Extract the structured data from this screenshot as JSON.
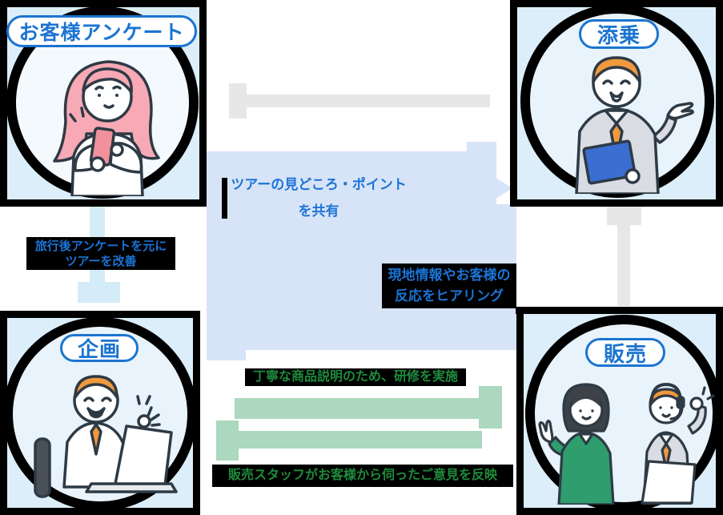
{
  "colors": {
    "accent_blue": "#1b74d1",
    "panel_background": "#dbeef9",
    "center_block_blue": "#d7e3f7",
    "arrow_cyan": "#d3ecf8",
    "arrow_gray": "#e7e7e7",
    "arrow_green": "#abd8be",
    "text_blue": "#1b74d6",
    "text_green": "#1e8c3c",
    "text_box_background": "#000000"
  },
  "nodes": {
    "survey": {
      "label": "お客様アンケート",
      "illustration": "woman-using-smartphone"
    },
    "escort": {
      "label": "添乗",
      "illustration": "tour-conductor-with-folder"
    },
    "planning": {
      "label": "企画",
      "illustration": "planner-at-laptop-ok-sign"
    },
    "sales": {
      "label": "販売",
      "illustration": "saleswoman-and-phone-operator"
    }
  },
  "connections": {
    "share": {
      "line1": "ツアーの見どころ・ポイント",
      "line2": "を共有",
      "color": "blue"
    },
    "hearing": {
      "line1": "現地情報やお客様の",
      "line2": "反応をヒアリング",
      "color": "blue"
    },
    "improve": {
      "line1": "旅行後アンケートを元に",
      "line2": "ツアーを改善",
      "color": "blue",
      "arrow": "cyan-down"
    },
    "training": {
      "label": "丁寧な商品説明のため、研修を実施",
      "color": "green",
      "arrow": "green-right"
    },
    "feedback": {
      "label": "販売スタッフがお客様から伺ったご意見を反映",
      "color": "green",
      "arrow": "green-left"
    },
    "escort_to_survey": {
      "arrow": "gray-left"
    },
    "sales_to_escort": {
      "arrow": "gray-up"
    }
  }
}
